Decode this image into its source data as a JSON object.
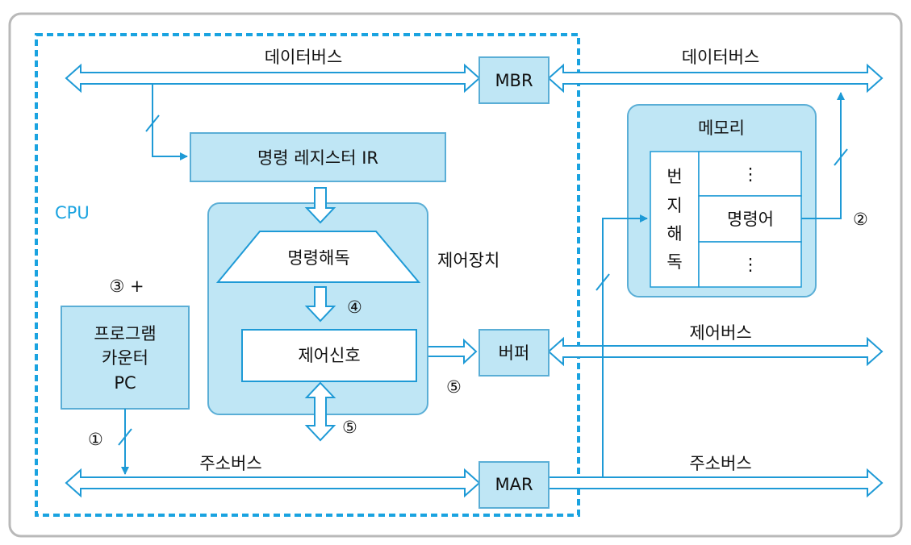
{
  "cpu_label": "CPU",
  "data_bus_left": "데이터버스",
  "data_bus_right": "데이터버스",
  "mbr": "MBR",
  "instruction_register": "명령 레지스터 IR",
  "decoder": "명령해독",
  "control_unit": "제어장치",
  "control_signal": "제어신호",
  "buffer": "버퍼",
  "control_bus": "제어버스",
  "program_counter": [
    "프로그램",
    "카운터",
    "PC"
  ],
  "pc_increment": "③ +",
  "address_bus_left": "주소버스",
  "address_bus_right": "주소버스",
  "mar": "MAR",
  "memory": {
    "title": "메모리",
    "address_decoder": [
      "번",
      "지",
      "해",
      "독"
    ],
    "cells": [
      "⋮",
      "명령어",
      "⋮"
    ]
  },
  "step_markers": {
    "pc_to_bus": "①",
    "instruction_out": "②",
    "decode": "④",
    "signal_down": "⑤",
    "signal_right": "⑤"
  },
  "colors": {
    "box_fill": "#bfe6f5",
    "box_stroke": "#5aaed6",
    "cpu_border": "#1aa3e0",
    "bus_stroke": "#1e9ad6"
  }
}
